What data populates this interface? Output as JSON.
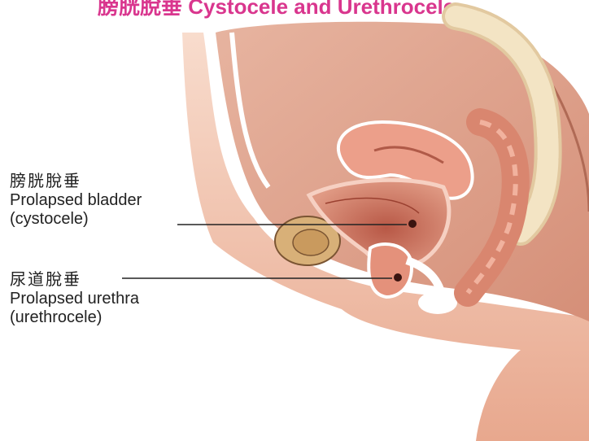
{
  "title": "膀胱脫垂 Cystocele and Urethrocele",
  "labels": {
    "cystocele": {
      "chinese": "膀胱脫垂",
      "english": "Prolapsed bladder",
      "term": "(cystocele)"
    },
    "urethrocele": {
      "chinese": "尿道脫垂",
      "english": "Prolapsed urethra",
      "term": "(urethrocele)"
    }
  },
  "colors": {
    "title": "#d9368e",
    "skin": "#efc0a8",
    "organ": "#e9a28a",
    "bladder_inner": "#c56a55",
    "bone": "#f3e4c4",
    "uterus": "#e98f7a",
    "leader_line": "#222222",
    "pointer_dot": "#3a1410"
  }
}
